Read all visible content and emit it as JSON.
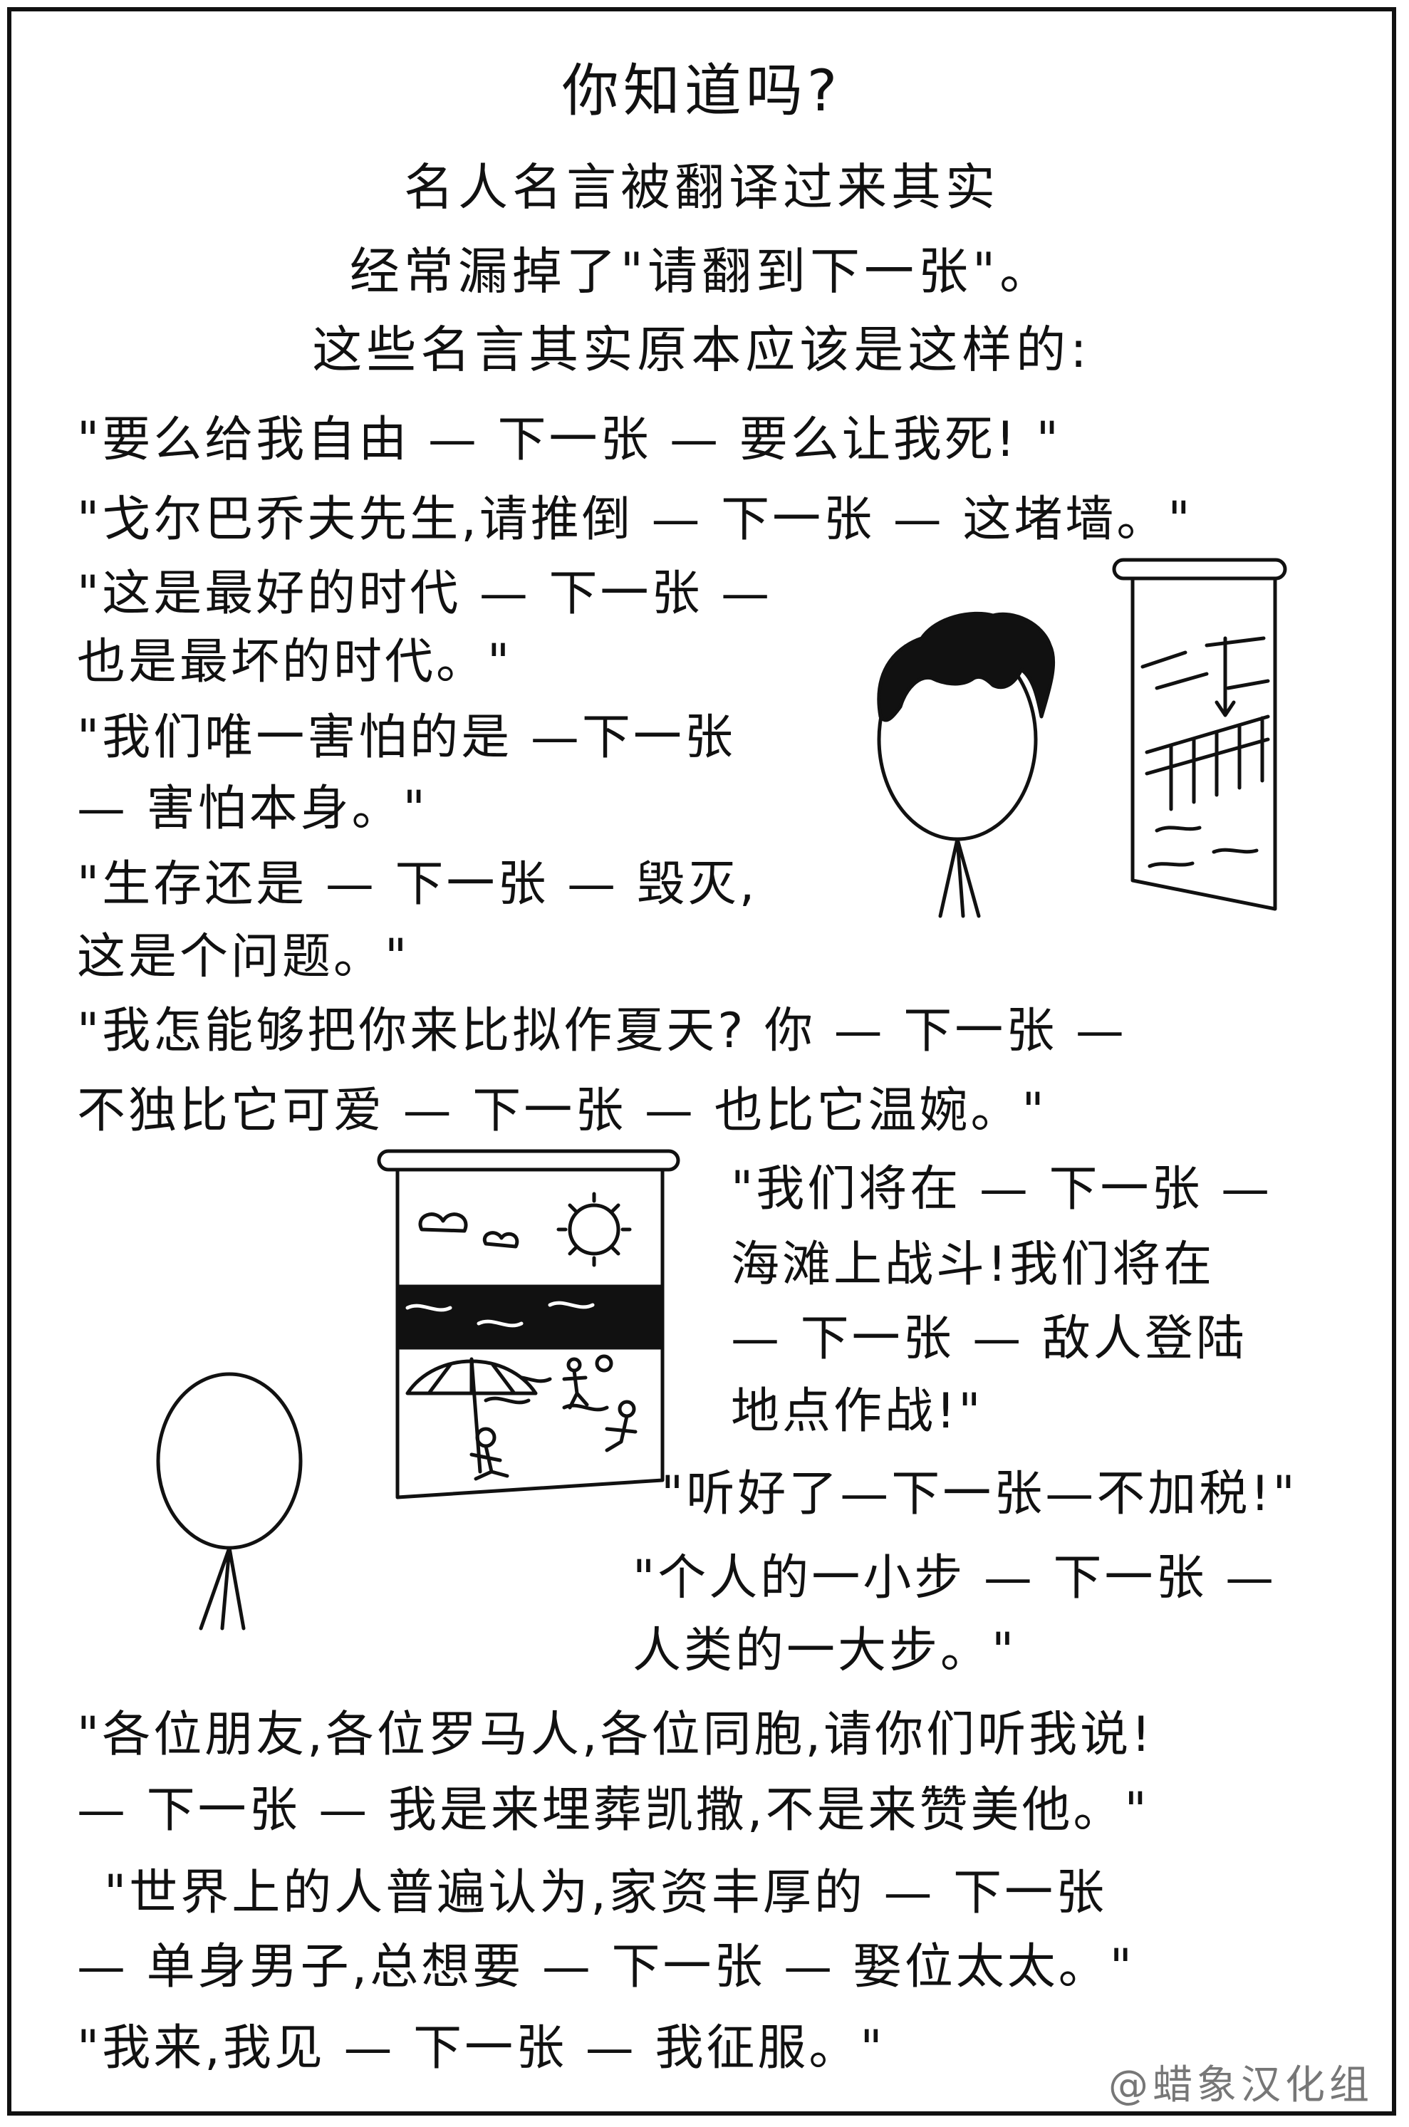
{
  "header": {
    "title": "你知道吗?",
    "line1": "名人名言被翻译过来其实",
    "line2": "经常漏掉了\"请翻到下一张\"。",
    "line3": "这些名言其实原本应该是这样的:"
  },
  "quotes": [
    "\"要么给我自由 — 下一张 — 要么让我死! \"",
    "\"戈尔巴乔夫先生,请推倒 — 下一张 — 这堵墙。\"",
    "\"这是最好的时代 — 下一张 —",
    "也是最坏的时代。\"",
    "\"我们唯一害怕的是 —下一张",
    " — 害怕本身。\"",
    "\"生存还是 — 下一张 — 毁灭,",
    "这是个问题。\"",
    "\"我怎能够把你来比拟作夏天? 你 — 下一张 —",
    "不独比它可爱 — 下一张 — 也比它温婉。\"",
    "\"我们将在 — 下一张 —",
    "海滩上战斗!我们将在",
    "— 下一张 — 敌人登陆",
    "地点作战!\"",
    "\"听好了—下一张—不加税!\"",
    "\"个人的一小步 — 下一张 —",
    "人类的一大步。\"",
    "\"各位朋友,各位罗马人,各位同胞,请你们听我说!",
    "— 下一张 — 我是来埋葬凯撒,不是来赞美他。\"",
    "\"世界上的人普遍认为,家资丰厚的 — 下一张",
    "— 单身男子,总想要 — 下一张 — 娶位太太。\"",
    "\"我来,我见 — 下一张 — 我征服。\""
  ],
  "credit": "@蜡象汉化组",
  "colors": {
    "ink": "#111111",
    "paper": "#ffffff",
    "credit": "#777777"
  }
}
